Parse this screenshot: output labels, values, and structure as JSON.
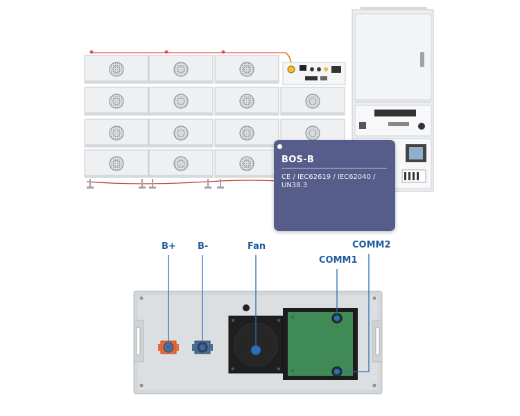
{
  "info_card": {
    "title": "BOS-B",
    "certifications": "CE / IEC62619 / IEC62040 / UN38.3"
  },
  "callouts": {
    "b_plus": "B+",
    "b_minus": "B-",
    "fan": "Fan",
    "comm1": "COMM1",
    "comm2": "COMM2"
  },
  "colors": {
    "callout_text": "#1f5b9c",
    "callout_line": "#2f6db5",
    "card_bg": "#565d8a",
    "positive_terminal": "#e86a3a",
    "negative_terminal": "#4a6f9a",
    "pcb_green": "#3f8a55"
  }
}
